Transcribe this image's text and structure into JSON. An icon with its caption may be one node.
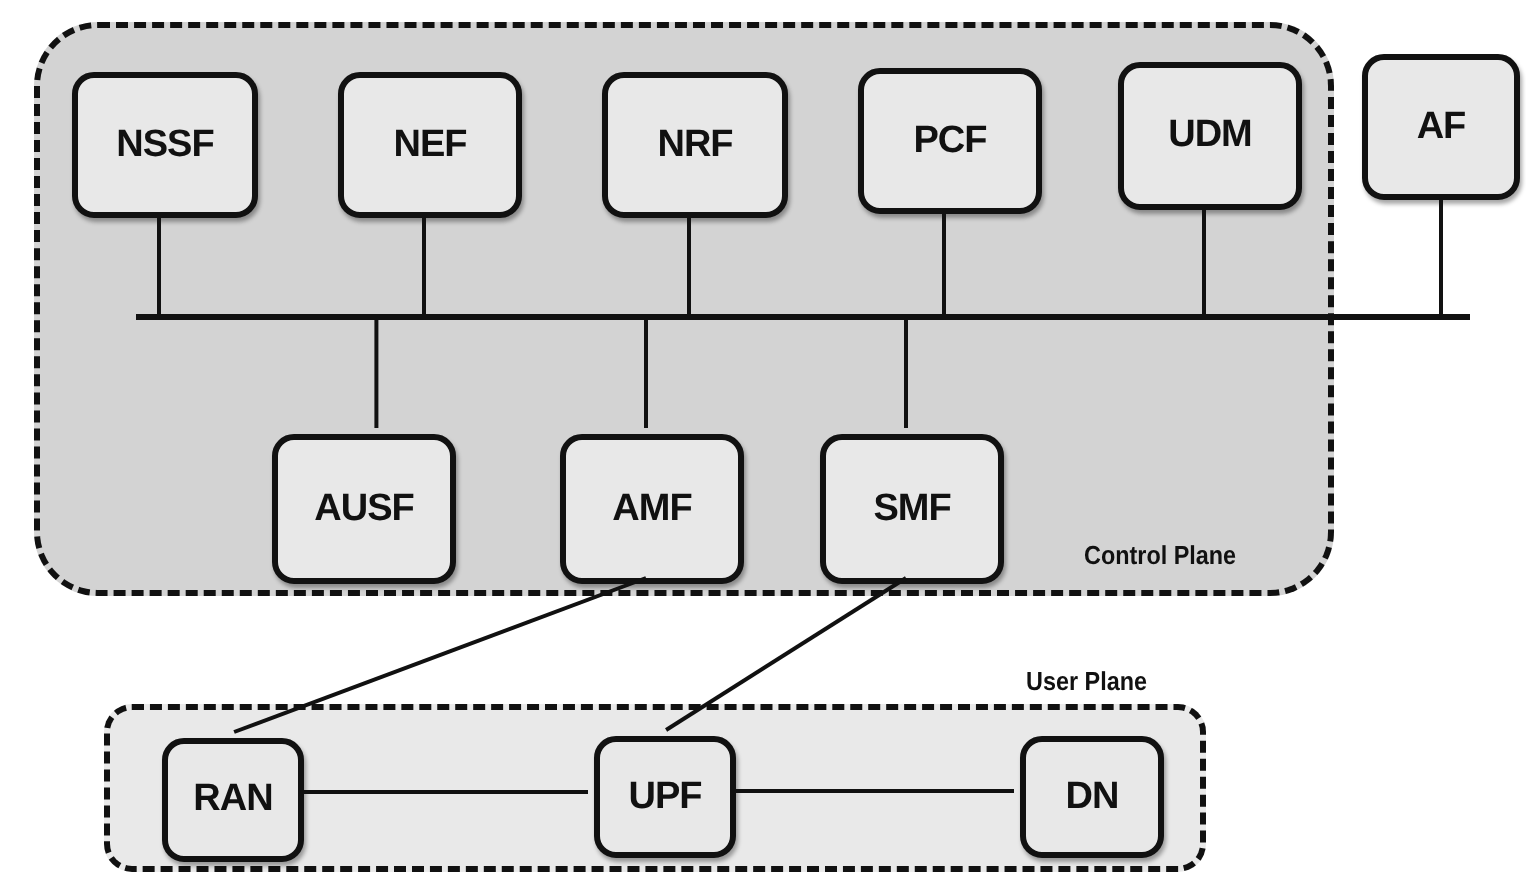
{
  "diagram": {
    "nodes": [
      {
        "text": [
          "Control Plane"
        ]
      },
      {
        "text": [
          "NSSF"
        ],
        "in": 0
      },
      {
        "text": [
          "NEF"
        ],
        "in": 0
      },
      {
        "text": [
          "NRF"
        ],
        "in": 0
      },
      {
        "text": [
          "PCF"
        ],
        "in": 0
      },
      {
        "text": [
          "UDM"
        ],
        "in": 0
      },
      {
        "text": [
          "AF"
        ]
      },
      {
        "text": [],
        "shape": "bar"
      },
      {
        "text": [
          "AUSF"
        ],
        "in": 0
      },
      {
        "text": [
          "AMF"
        ],
        "in": 0
      },
      {
        "text": [
          "SMF"
        ],
        "in": 0
      },
      {
        "text": [
          "User Plane"
        ]
      },
      {
        "text": [
          "RAN"
        ],
        "in": 11
      },
      {
        "text": [
          "UPF"
        ],
        "in": 11
      },
      {
        "text": [
          "DN"
        ],
        "in": 11
      }
    ],
    "edges": [
      {
        "from": 1,
        "to": 7,
        "arrow": "none"
      },
      {
        "from": 2,
        "to": 7,
        "arrow": "none"
      },
      {
        "from": 3,
        "to": 7,
        "arrow": "none"
      },
      {
        "from": 4,
        "to": 7,
        "arrow": "none"
      },
      {
        "from": 5,
        "to": 7,
        "arrow": "none"
      },
      {
        "from": 6,
        "to": 7,
        "arrow": "none"
      },
      {
        "from": 8,
        "to": 7,
        "arrow": "none"
      },
      {
        "from": 9,
        "to": 7,
        "arrow": "none"
      },
      {
        "from": 10,
        "to": 7,
        "arrow": "none"
      },
      {
        "from": 9,
        "to": 12,
        "arrow": "none"
      },
      {
        "from": 10,
        "to": 13,
        "arrow": "none"
      },
      {
        "from": 12,
        "to": 13,
        "arrow": "none"
      },
      {
        "from": 13,
        "to": 14,
        "arrow": "none"
      }
    ]
  }
}
